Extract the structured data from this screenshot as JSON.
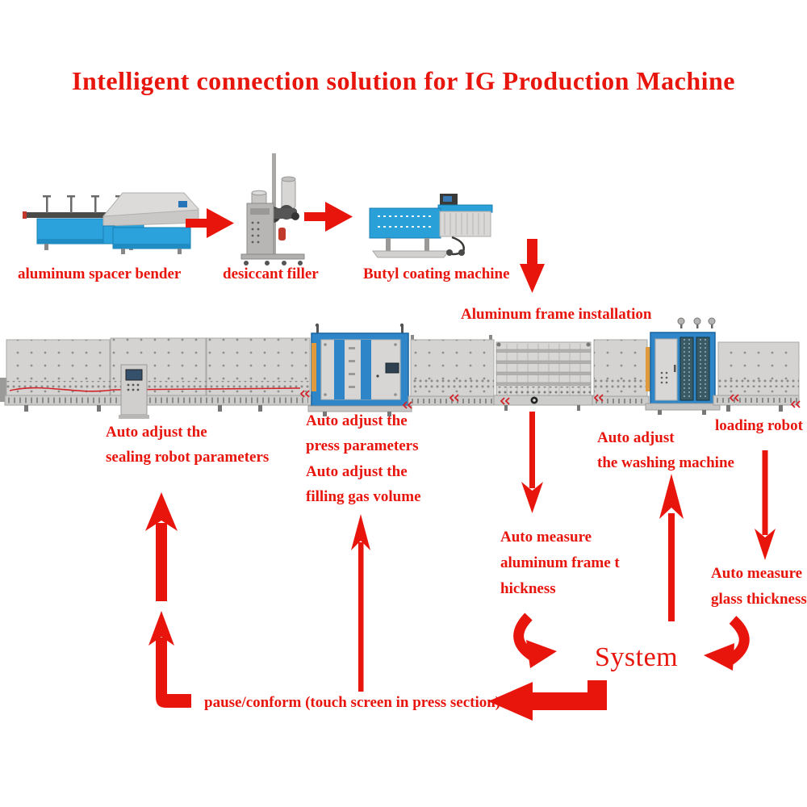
{
  "title": "Intelligent connection solution for IG Production Machine",
  "colors": {
    "accent_red": "#e8150d",
    "machine_blue": "#2ba2dc",
    "frame_blue": "#2e86c8",
    "panel_gray": "#d4d3d1"
  },
  "machines": {
    "bender_label": "aluminum spacer bender",
    "filler_label": "desiccant filler",
    "butyl_label": "Butyl coating machine",
    "frame_install_label": "Aluminum frame installation"
  },
  "annotations": {
    "sealing_line1": "Auto adjust the",
    "sealing_line2": "sealing robot parameters",
    "press_line1": "Auto adjust the",
    "press_line2": "press parameters",
    "press_line3": "Auto adjust the",
    "press_line4": "filling gas volume",
    "washing_line1": "Auto adjust",
    "washing_line2": "the washing machine",
    "loading_label": "loading robot",
    "frame_thick_line1": "Auto measure",
    "frame_thick_line2": "aluminum frame t",
    "frame_thick_line3": "hickness",
    "glass_thick_line1": "Auto measure",
    "glass_thick_line2": "glass thickness",
    "system_label": "System",
    "pause_label": "pause/conform (touch screen in press section)"
  }
}
